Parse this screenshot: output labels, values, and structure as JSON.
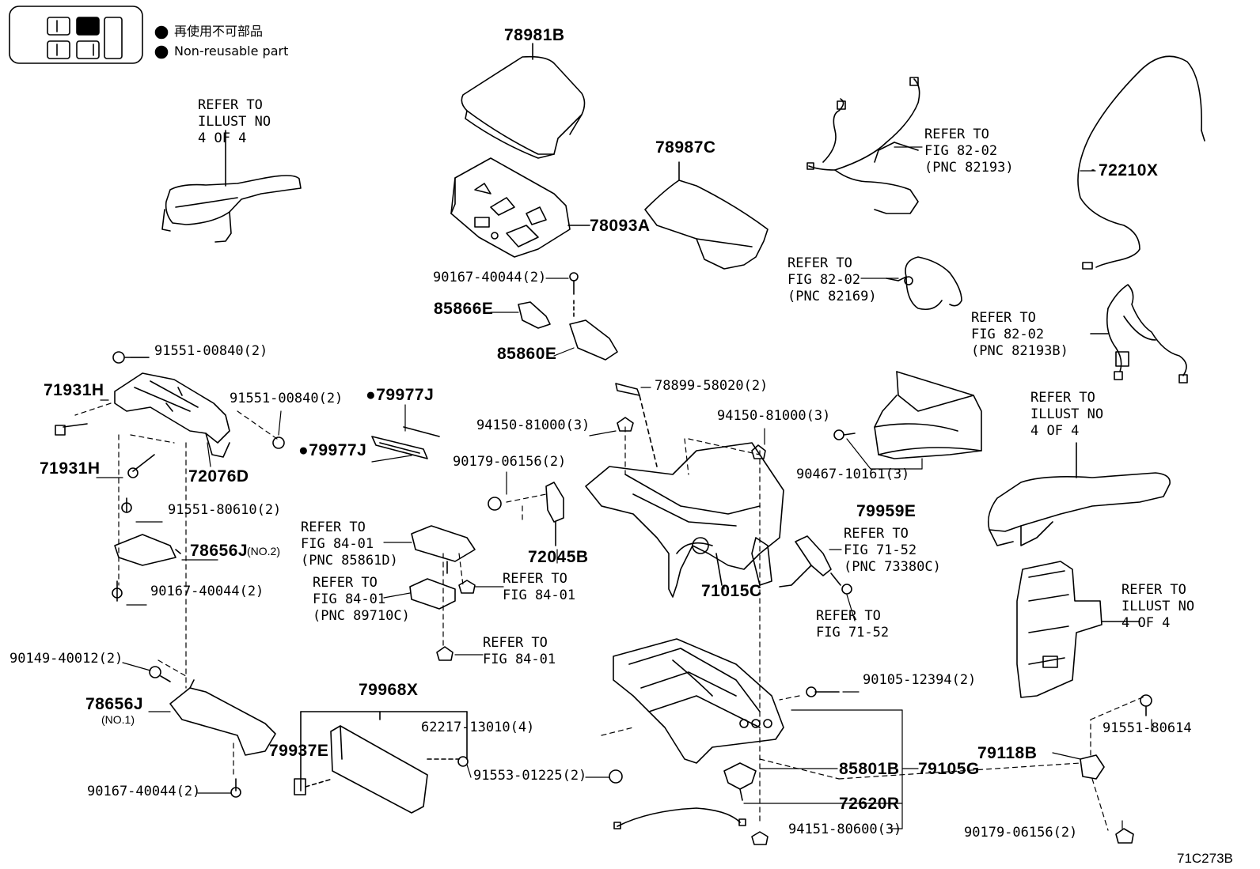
{
  "legend": {
    "non_reusable_jp": "再使用不可部品",
    "non_reusable_en": "Non-reusable part"
  },
  "figure_code": "71C273B",
  "parts": {
    "p78981B": "78981B",
    "p78987C": "78987C",
    "p78093A": "78093A",
    "p90167_top": "90167-40044(2)",
    "p85866E": "85866E",
    "p85860E": "85860E",
    "p78899": "78899-58020(2)",
    "p94150_left": "94150-81000(3)",
    "p94150_right": "94150-81000(3)",
    "p90179_mid": "90179-06156(2)",
    "p72045B": "72045B",
    "p71015C": "71015C",
    "p72210X": "72210X",
    "p90467": "90467-10161(3)",
    "p79959E": "79959E",
    "p91551_00840_a": "91551-00840(2)",
    "p91551_00840_b": "91551-00840(2)",
    "p71931H_a": "71931H",
    "p71931H_b": "71931H",
    "p72076D": "72076D",
    "p79977J_a": "79977J",
    "p79977J_b": "79977J",
    "p91551_80610": "91551-80610(2)",
    "p78656J_2": "78656J",
    "p78656J_2_note": "(NO.2)",
    "p90167_left": "90167-40044(2)",
    "p90149": "90149-40012(2)",
    "p78656J_1": "78656J",
    "p78656J_1_note": "(NO.1)",
    "p90167_bottom": "90167-40044(2)",
    "p79968X": "79968X",
    "p79937E": "79937E",
    "p62217": "62217-13010(4)",
    "p91553": "91553-01225(2)",
    "p90105": "90105-12394(2)",
    "p85801B": "85801B",
    "p79105G": "79105G",
    "p72620R": "72620R",
    "p94151": "94151-80600(3)",
    "p79118B": "79118B",
    "p91551_80614": "91551-80614",
    "p90179_bottom": "90179-06156(2)"
  },
  "refs": {
    "r_illust_tl": "REFER TO\nILLUST NO\n4 OF 4",
    "r_82193": "REFER TO\nFIG 82-02\n(PNC 82193)",
    "r_82169": "REFER TO\nFIG 82-02\n(PNC 82169)",
    "r_82193B": "REFER TO\nFIG 82-02\n(PNC 82193B)",
    "r_illust_r1": "REFER TO\nILLUST NO\n4 OF 4",
    "r_illust_r2": "REFER TO\nILLUST NO\n4 OF 4",
    "r_85861D": "REFER TO\nFIG 84-01\n(PNC 85861D)",
    "r_89710C": "REFER TO\nFIG 84-01\n(PNC 89710C)",
    "r_8401_a": "REFER TO\nFIG 84-01",
    "r_8401_b": "REFER TO\nFIG 84-01",
    "r_73380C": "REFER TO\nFIG 71-52\n(PNC 73380C)",
    "r_7152": "REFER TO\nFIG 71-52"
  }
}
